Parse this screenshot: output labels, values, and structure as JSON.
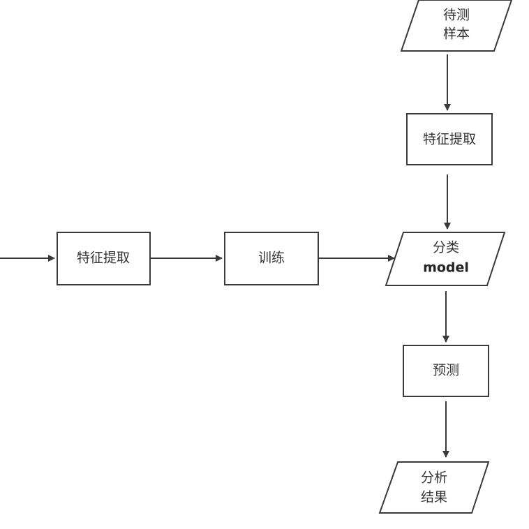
{
  "diagram": {
    "nodes": {
      "test_sample": {
        "lines": [
          "待测",
          "样本"
        ]
      },
      "feature_extract_right": {
        "label": "特征提取"
      },
      "feature_extract_left": {
        "label": "特征提取"
      },
      "train": {
        "label": "训练"
      },
      "classify_model": {
        "line1": "分类",
        "line2": "model"
      },
      "predict": {
        "label": "预测"
      },
      "analysis_result": {
        "lines": [
          "分析",
          "结果"
        ]
      }
    }
  }
}
